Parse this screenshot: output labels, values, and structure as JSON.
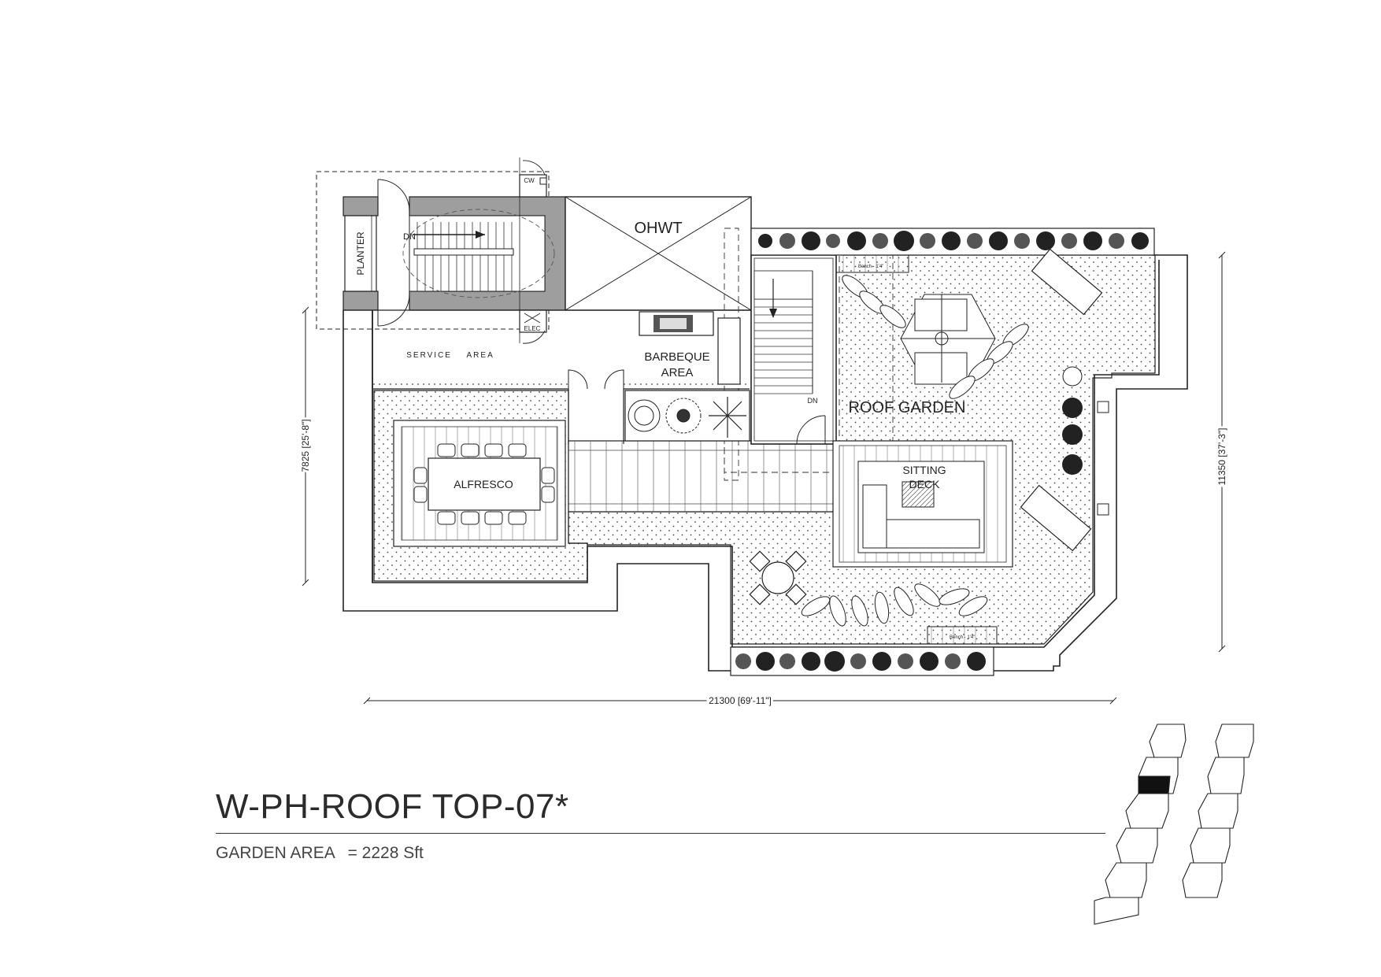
{
  "rooms": {
    "ohwt": "OHWT",
    "planter": "PLANTER",
    "dn_stair_1": "DN",
    "dn_stair_2": "DN",
    "cw": "CW",
    "elec": "ELEC",
    "service_area": "SERVICE    AREA",
    "barbeque_line1": "BARBEQUE",
    "barbeque_line2": "AREA",
    "roof_garden": "ROOF GARDEN",
    "alfresco": "ALFRESCO",
    "sitting_line1": "SITTING",
    "sitting_line2": "DECK",
    "bench_top": "Bench - 1'4\"",
    "bench_bottom": "Bench - 1'4\""
  },
  "dimensions": {
    "width": "21300 [69'-11\"]",
    "left_height": "7825 [25'-8\"]",
    "right_height": "11350 [37'-3\"]"
  },
  "title": {
    "unit": "W-PH-ROOF TOP-07*",
    "area_label": "GARDEN AREA",
    "area_value": "= 2228 Sft"
  },
  "key_plan": {
    "highlighted_unit": "W-PH-ROOF TOP-07"
  },
  "colors": {
    "line": "#222222",
    "wall_fill": "#9e9e9e",
    "highlight": "#111111"
  }
}
